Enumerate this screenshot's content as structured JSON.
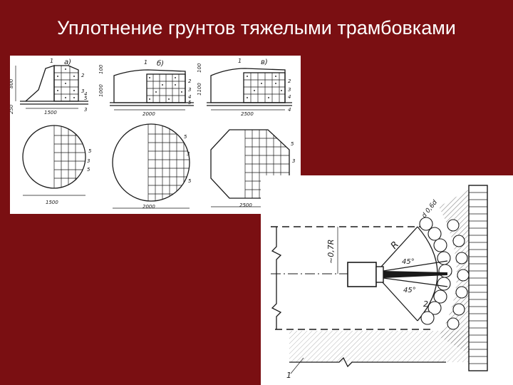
{
  "title": "Уплотнение грунтов тяжелыми трамбовками",
  "top_figure": {
    "variants": [
      "а)",
      "б)",
      "в)"
    ],
    "dims_a": {
      "height1": "800",
      "height2": "250",
      "width_section": "1500",
      "width_plan": "1500"
    },
    "dims_b": {
      "height1": "100",
      "height2": "1000",
      "width_section": "2000",
      "width_plan": "2000"
    },
    "dims_c": {
      "height1": "100",
      "height2": "1100",
      "width_section": "2500",
      "width_plan": "2500"
    },
    "callouts": [
      "1",
      "2",
      "3",
      "4",
      "5"
    ]
  },
  "bottom_figure": {
    "radius_label": "R",
    "offset_label": "~0,7R",
    "angle_upper": "45°",
    "angle_lower": "45°",
    "dim_label": "d 0,6d",
    "callout_1": "1",
    "callout_2": "2"
  }
}
